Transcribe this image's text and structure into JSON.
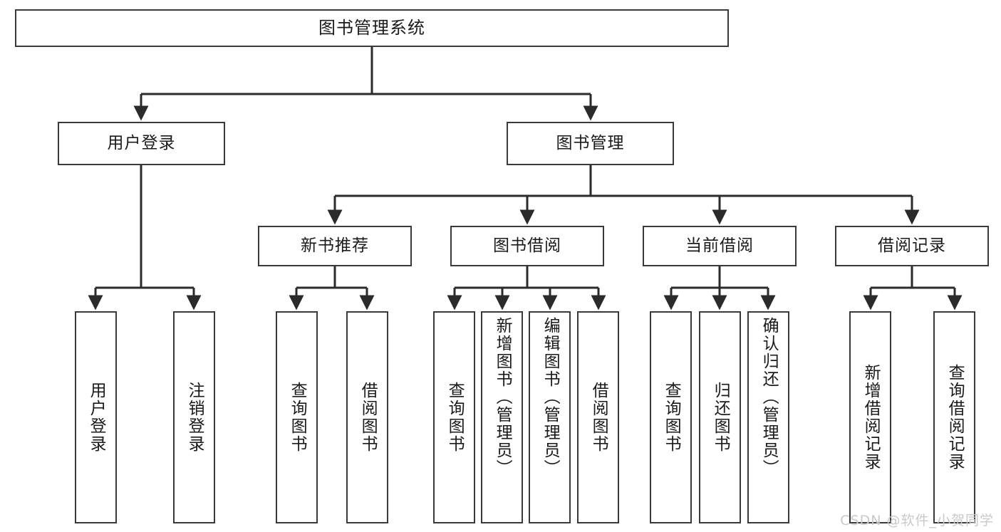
{
  "diagram": {
    "title": "图书管理系统",
    "type": "tree",
    "watermark": "CSDN @软件_小贺同学",
    "colors": {
      "node_border": "#3a3a3a",
      "node_fill": "#ffffff",
      "edge": "#2b2b2b",
      "text": "#1a1a1a",
      "watermark": "#c9c9c9",
      "background": "#ffffff"
    },
    "levels": {
      "root": [
        "图书管理系统"
      ],
      "level2": [
        "用户登录",
        "图书管理"
      ],
      "level3": [
        "新书推荐",
        "图书借阅",
        "当前借阅",
        "借阅记录"
      ],
      "leaves": [
        "用户登录",
        "注销登录",
        "查询图书",
        "借阅图书",
        "查询图书",
        "新增图书（管理员）",
        "编辑图书（管理员）",
        "借阅图书",
        "查询图书",
        "归还图书",
        "确认归还（管理员）",
        "新增借阅记录",
        "查询借阅记录"
      ]
    },
    "nodes": {
      "root": {
        "label": "图书管理系统"
      },
      "user_login": {
        "label": "用户登录"
      },
      "book_manage": {
        "label": "图书管理"
      },
      "new_book_rec": {
        "label": "新书推荐"
      },
      "book_borrow": {
        "label": "图书借阅"
      },
      "current_borrow": {
        "label": "当前借阅"
      },
      "borrow_record": {
        "label": "借阅记录"
      },
      "leaf_user_login": {
        "label": "用户登录"
      },
      "leaf_logout": {
        "label": "注销登录"
      },
      "leaf_query_book_1": {
        "label": "查询图书"
      },
      "leaf_borrow_book_1": {
        "label": "借阅图书"
      },
      "leaf_query_book_2": {
        "label": "查询图书"
      },
      "leaf_add_book": {
        "label": "新增图书（管理员）"
      },
      "leaf_edit_book": {
        "label": "编辑图书（管理员）"
      },
      "leaf_borrow_book_2": {
        "label": "借阅图书"
      },
      "leaf_query_book_3": {
        "label": "查询图书"
      },
      "leaf_return_book": {
        "label": "归还图书"
      },
      "leaf_confirm_return": {
        "label": "确认归还（管理员）"
      },
      "leaf_add_record": {
        "label": "新增借阅记录"
      },
      "leaf_query_record": {
        "label": "查询借阅记录"
      }
    }
  }
}
